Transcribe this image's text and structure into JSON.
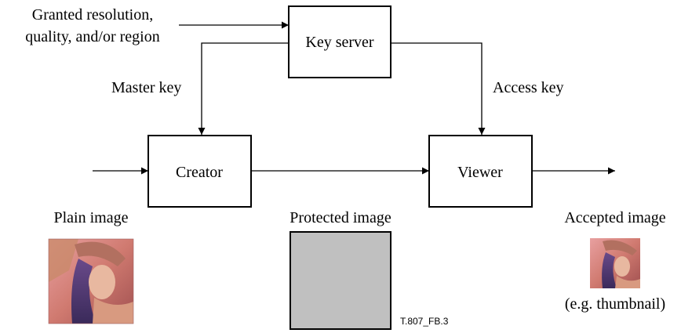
{
  "input_label": [
    "Granted resolution,",
    "quality, and/or region"
  ],
  "boxes": {
    "key_server": "Key server",
    "creator": "Creator",
    "viewer": "Viewer"
  },
  "edges": {
    "master_key": "Master key",
    "access_key": "Access key"
  },
  "images": {
    "plain": "Plain image",
    "protected": "Protected image",
    "accepted": "Accepted image",
    "accepted_note": "(e.g. thumbnail)"
  },
  "figure_id": "T.807_FB.3",
  "colors": {
    "protected_fill": "#c0c0c0",
    "line": "#000000"
  }
}
